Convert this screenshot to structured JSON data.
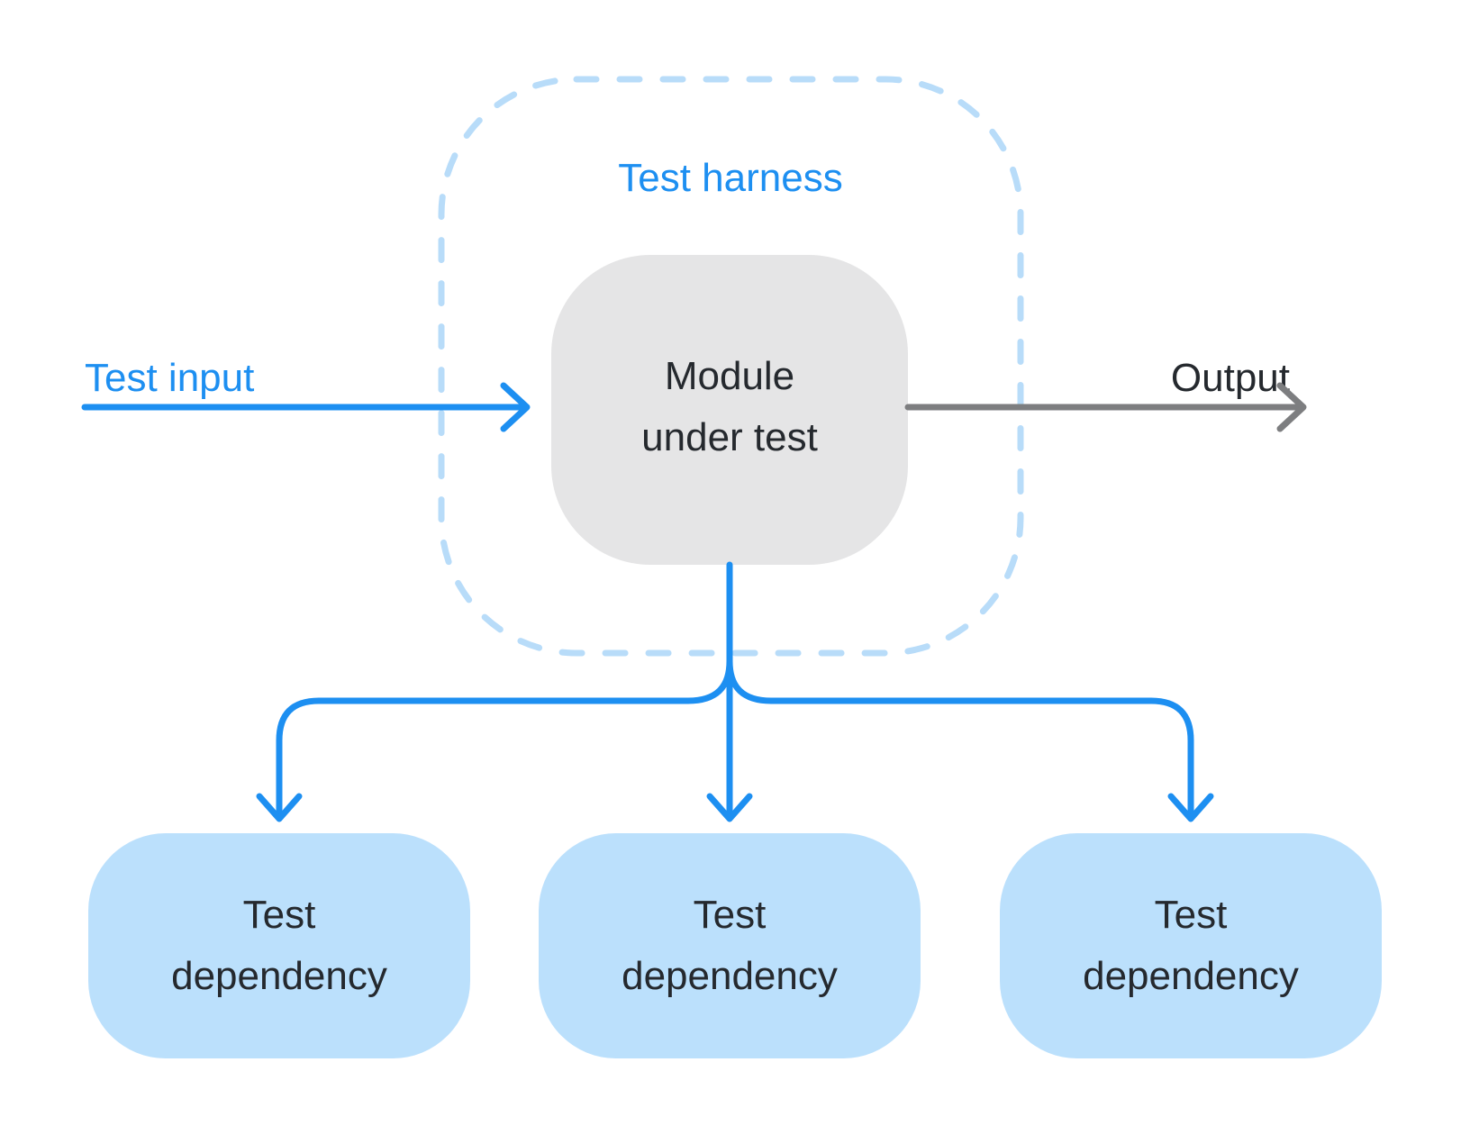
{
  "colors": {
    "accent_blue": "#1D8FF1",
    "harness_border": "#B8DCF9",
    "dependency_fill": "#BBE0FC",
    "module_fill": "#E5E5E6",
    "connector_gray": "#7D7E80",
    "dark_text": "#25292E"
  },
  "diagram": {
    "harness": {
      "label": "Test harness"
    },
    "module": {
      "line1": "Module",
      "line2": "under test"
    },
    "input": {
      "label": "Test input"
    },
    "output": {
      "label": "Output"
    },
    "dependencies": [
      {
        "line1": "Test",
        "line2": "dependency"
      },
      {
        "line1": "Test",
        "line2": "dependency"
      },
      {
        "line1": "Test",
        "line2": "dependency"
      }
    ]
  }
}
